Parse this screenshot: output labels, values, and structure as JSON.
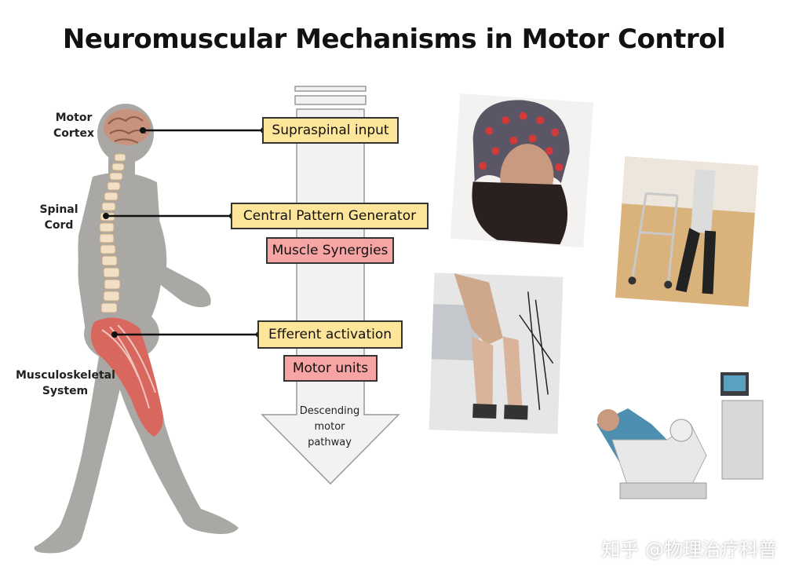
{
  "title": "Neuromuscular Mechanisms in Motor Control",
  "anatomy_labels": {
    "motor_cortex": [
      "Motor",
      "Cortex"
    ],
    "spinal_cord": [
      "Spinal",
      "Cord"
    ],
    "musculoskeletal": [
      "Musculoskeletal",
      "System"
    ]
  },
  "pathway_boxes": {
    "supraspinal": "Supraspinal input",
    "cpg": "Central Pattern Generator",
    "synergies": "Muscle Synergies",
    "efferent": "Efferent activation",
    "motor_units": "Motor units"
  },
  "arrow_label": [
    "Descending",
    "motor",
    "pathway"
  ],
  "watermark": "知乎 @物理治疗科普",
  "colors": {
    "yellow_box": "#fde699",
    "pink_box": "#f6a4a4",
    "silhouette": "#a9a8a5",
    "arrow_fill": "#f2f2f2"
  }
}
